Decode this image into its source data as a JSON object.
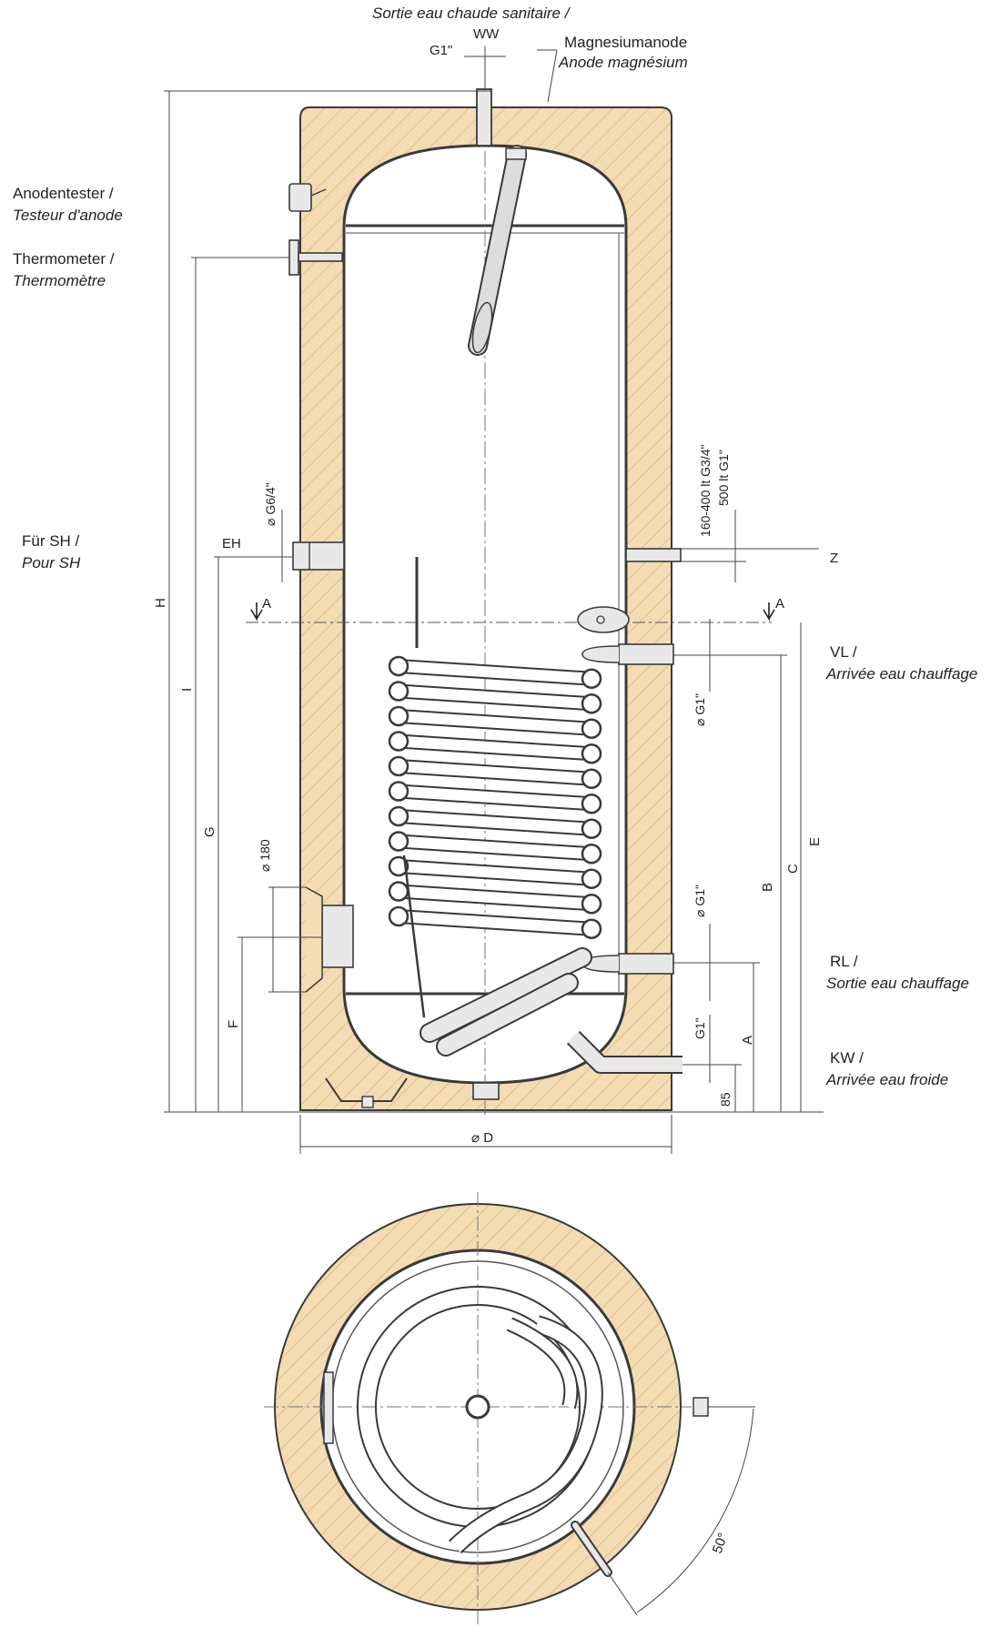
{
  "colors": {
    "insulation": "#f3dcb4",
    "hatch": "#d9b07c",
    "line": "#3a3a3a",
    "tank": "#ffffff",
    "anode": "#dcdcdc"
  },
  "labels": {
    "hot_water": "Sortie eau chaude sanitaire /",
    "hot_water_code": "WW",
    "hot_water_size": "G1\"",
    "anode_de": "Magnesiumanode",
    "anode_fr": "Anode magnésium",
    "anode_tester_de": "Anodentester /",
    "anode_tester_fr": "Testeur d'anode",
    "thermometer_de": "Thermometer /",
    "thermometer_fr": "Thermomètre",
    "sh_de": "Für SH /",
    "sh_fr": "Pour SH",
    "eh": "EH",
    "eh_size": "⌀ G6/4\"",
    "z": "Z",
    "z_size_1": "160-400 lt G3/4\"",
    "z_size_2": "500 lt G1\"",
    "section_a": "A",
    "vl_code": "VL /",
    "vl_fr": "Arrivée eau chauffage",
    "vl_size": "⌀ G1\"",
    "rl_code": "RL /",
    "rl_fr": "Sortie eau chauffage",
    "rl_size": "⌀ G1\"",
    "kw_code": "KW /",
    "kw_fr": "Arrivée eau froide",
    "kw_size": "G1\"",
    "flange_size": "⌀ 180",
    "dim_h": "H",
    "dim_i": "I",
    "dim_g": "G",
    "dim_f": "F",
    "dim_b": "B",
    "dim_c": "C",
    "dim_e": "E",
    "dim_a": "A",
    "dim_85": "85",
    "dim_d": "⌀ D",
    "angle": "50°"
  }
}
